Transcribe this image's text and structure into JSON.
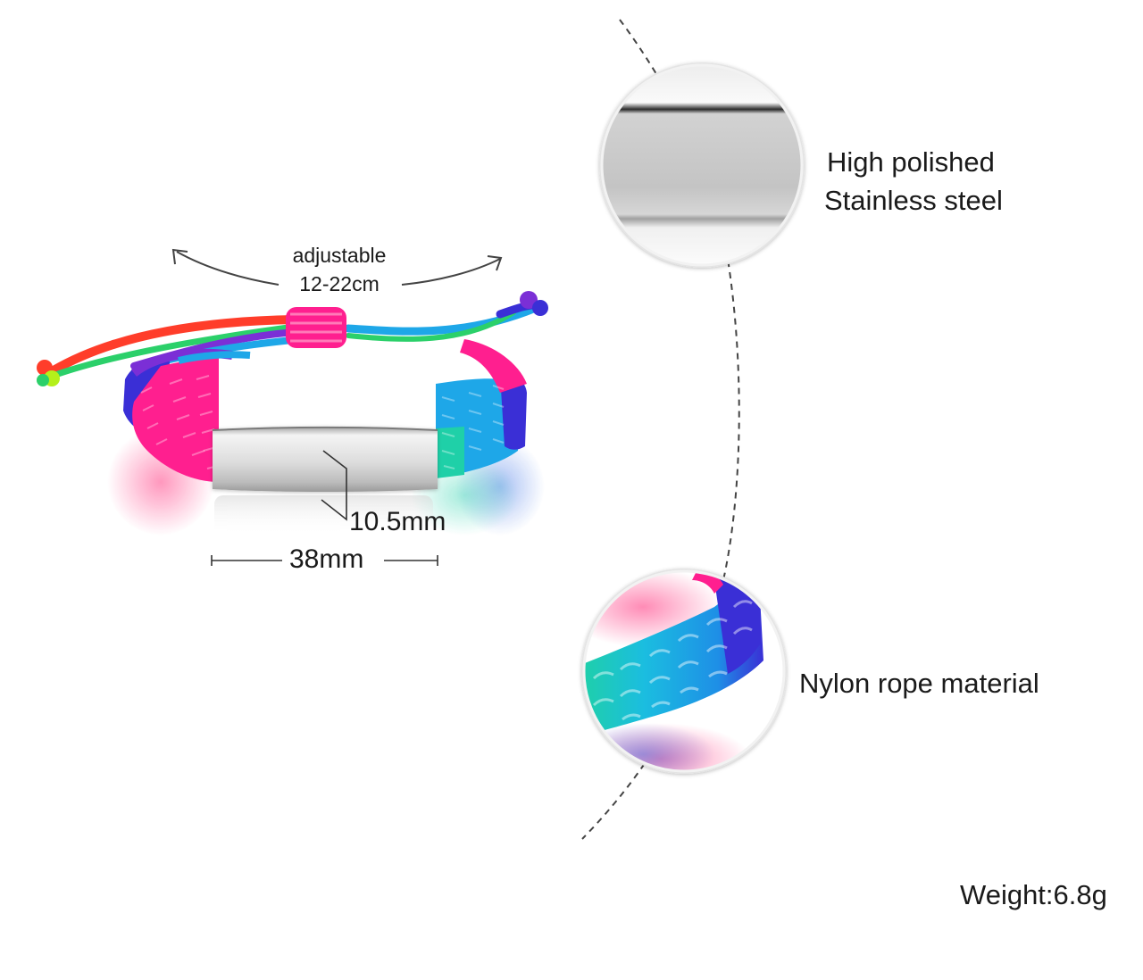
{
  "adjustable": {
    "title": "adjustable",
    "range": "12-22cm"
  },
  "dimensions": {
    "plate_length": "38mm",
    "plate_width": "10.5mm"
  },
  "features": {
    "steel_line1": "High polished",
    "steel_line2": "Stainless steel",
    "rope": "Nylon rope material"
  },
  "weight": "Weight:6.8g",
  "colors": {
    "hot_pink": "#ff2d7a",
    "magenta": "#ff1f8f",
    "royal_blue": "#3a2fd6",
    "sky_blue": "#1ea7e8",
    "teal": "#1fd0a8",
    "lime": "#b4f01a",
    "orange_red": "#ff3d2a",
    "purple": "#7b2fd6",
    "steel": "#d9d9d9",
    "text": "#1a1a1a"
  }
}
